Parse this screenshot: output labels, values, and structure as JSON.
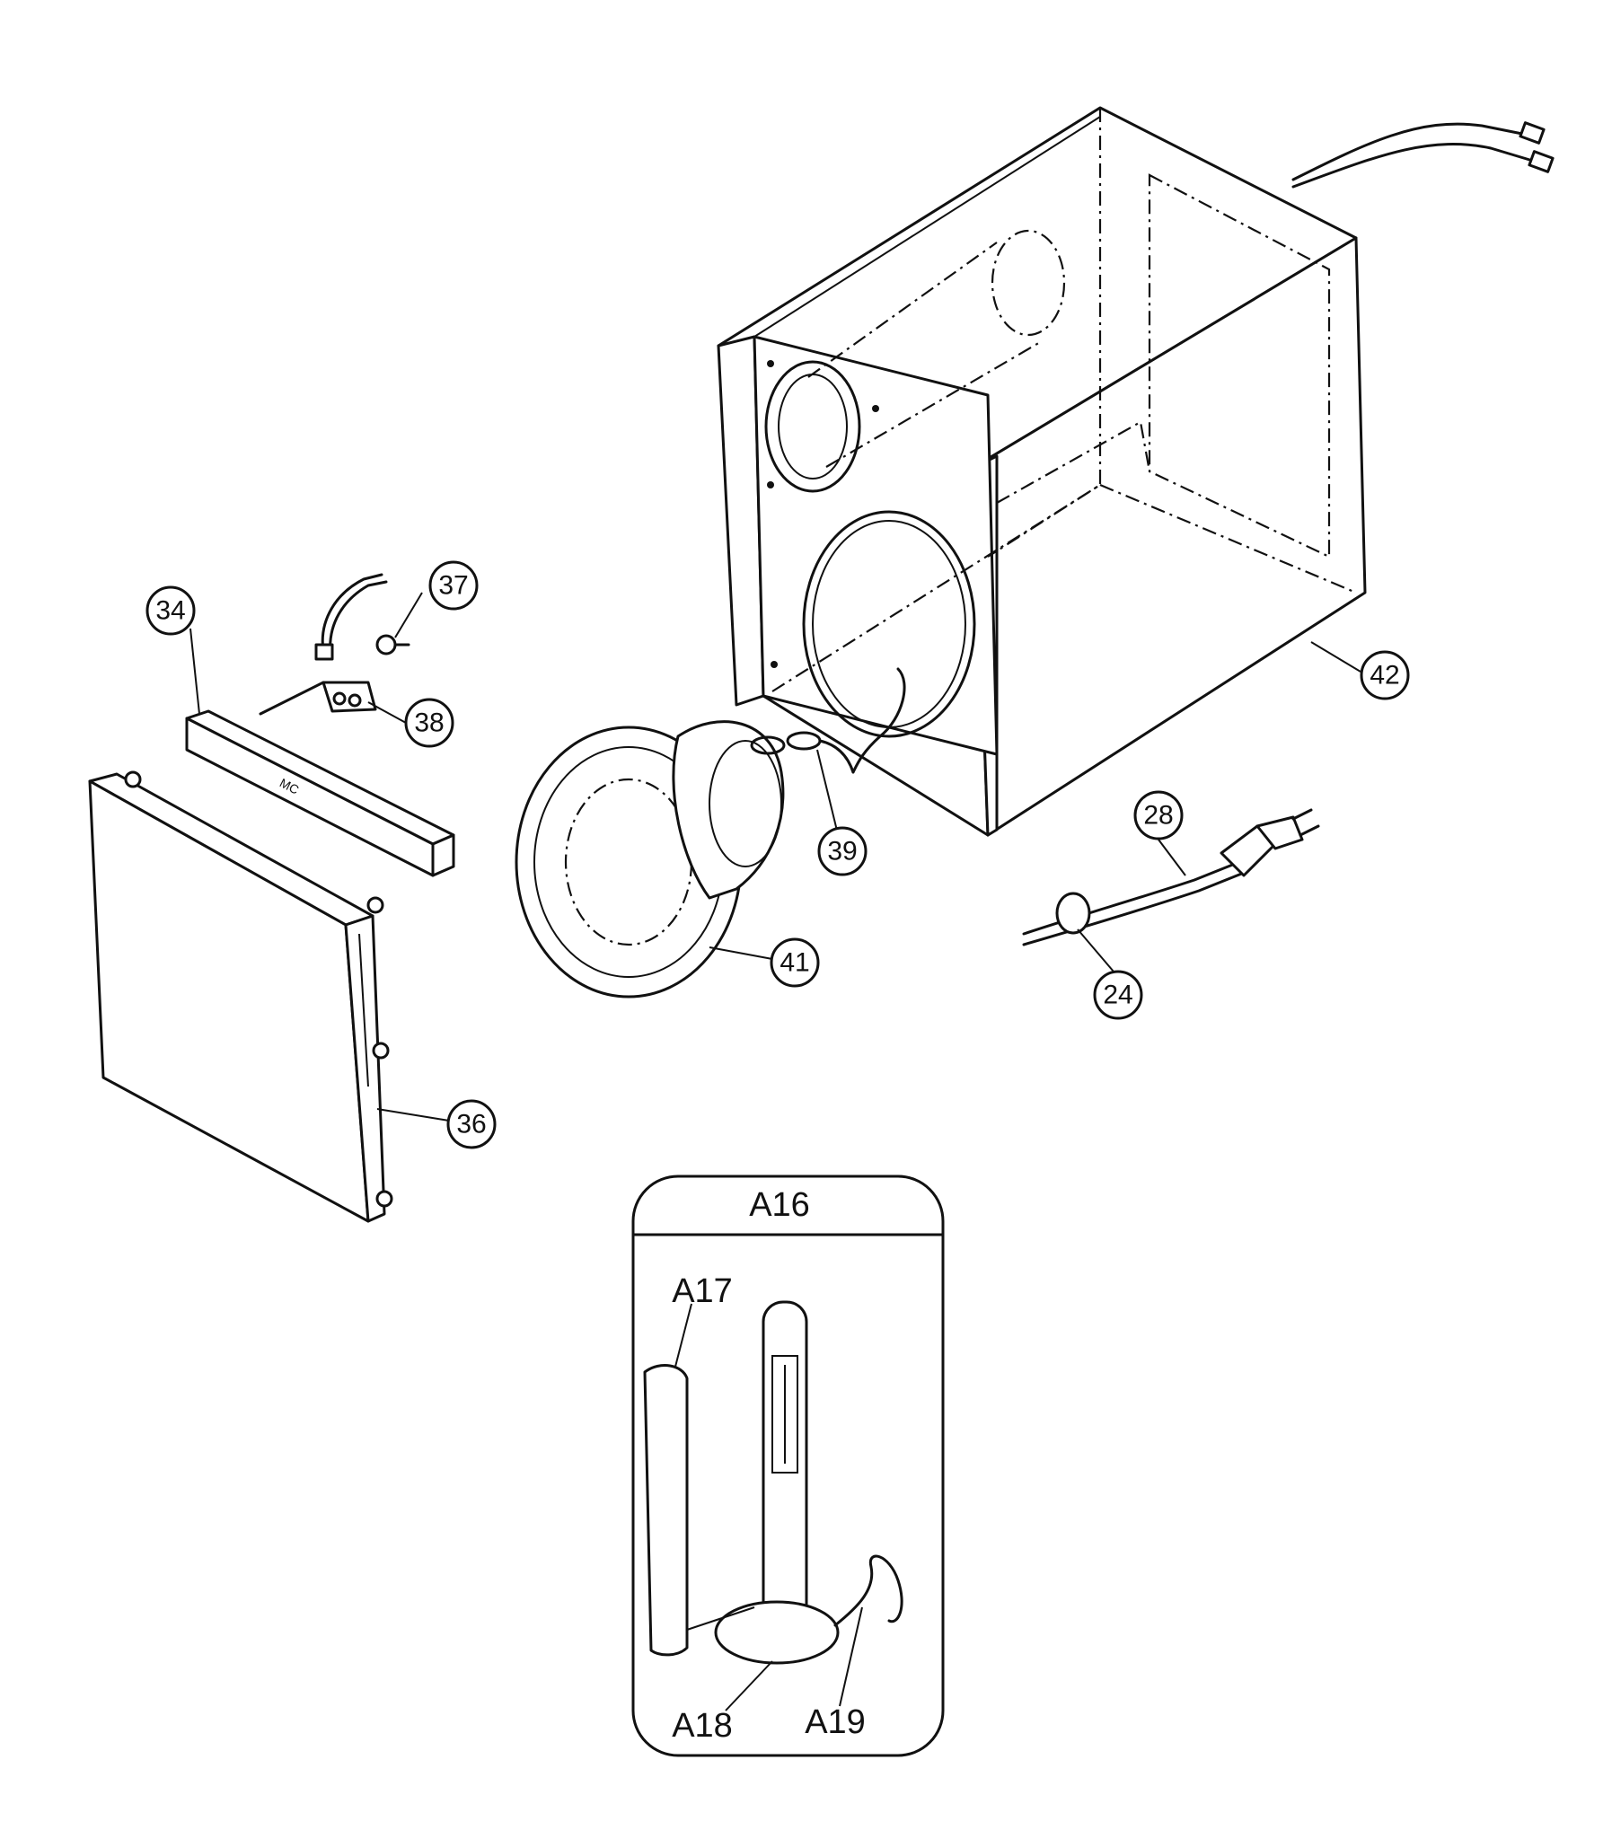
{
  "diagram": {
    "callouts": [
      {
        "id": "34",
        "label": "34"
      },
      {
        "id": "37",
        "label": "37"
      },
      {
        "id": "38",
        "label": "38"
      },
      {
        "id": "36",
        "label": "36"
      },
      {
        "id": "41",
        "label": "41"
      },
      {
        "id": "39",
        "label": "39"
      },
      {
        "id": "42",
        "label": "42"
      },
      {
        "id": "28",
        "label": "28"
      },
      {
        "id": "24",
        "label": "24"
      }
    ],
    "inset": {
      "title": "A16",
      "labels": {
        "a17": "A17",
        "a18": "A18",
        "a19": "A19"
      }
    },
    "panel_text": "MC"
  }
}
